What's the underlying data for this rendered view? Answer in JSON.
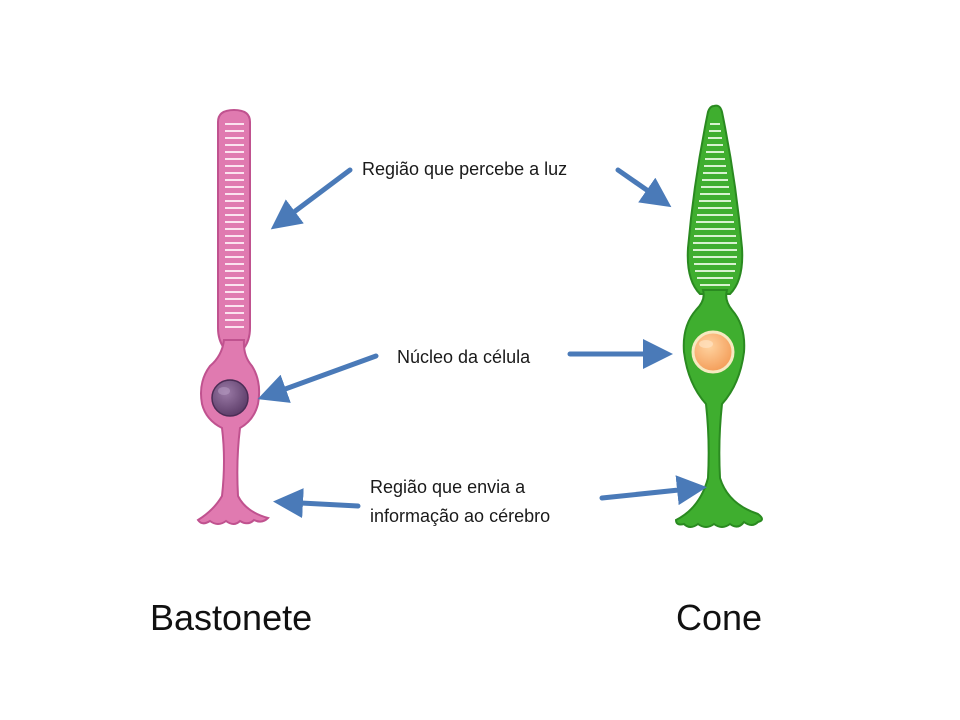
{
  "labels": {
    "light_region": "Região que percebe a luz",
    "nucleus": "Núcleo da célula",
    "output_region_line1": "Região que envia a",
    "output_region_line2": "informação ao cérebro"
  },
  "cells": {
    "rod": {
      "name": "Bastonete",
      "color": "#e07ab0",
      "nucleus_color": "#6e4a78"
    },
    "cone": {
      "name": "Cone",
      "color": "#3fae2f",
      "nucleus_color": "#f9b77a"
    }
  },
  "colors": {
    "arrow": "#4a7ab8"
  }
}
